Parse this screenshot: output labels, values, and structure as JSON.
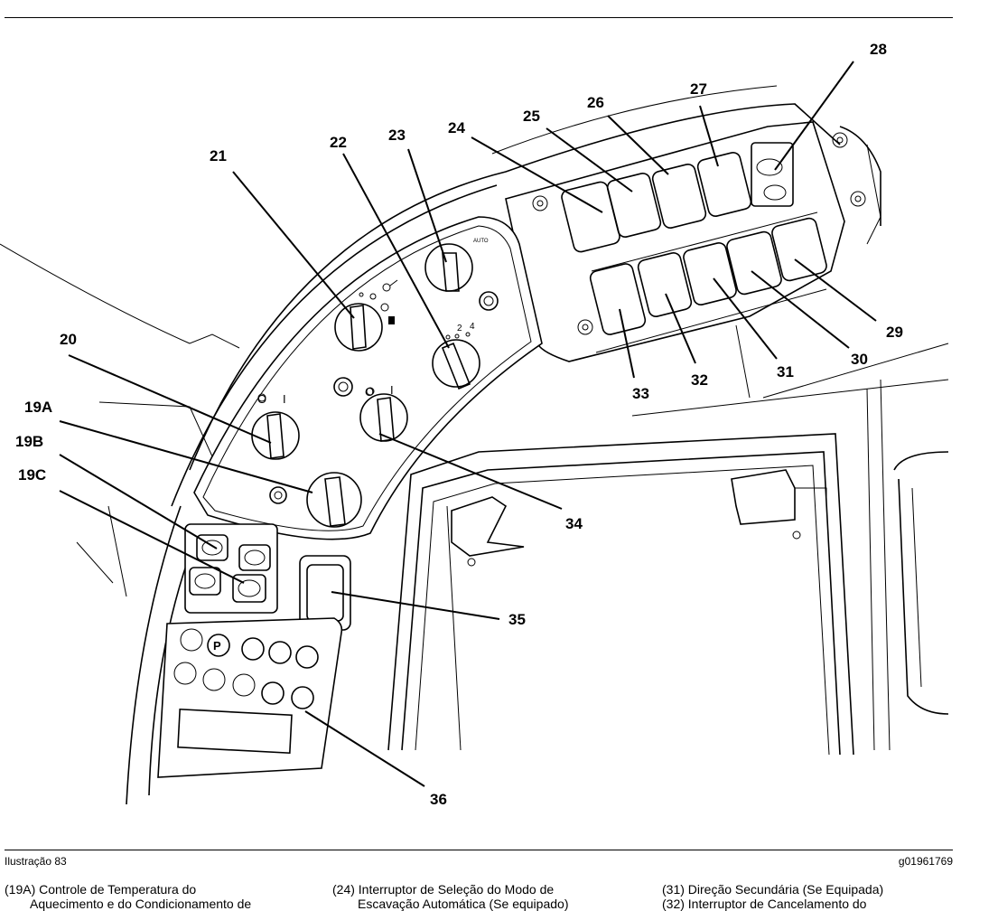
{
  "figure": {
    "caption": "Ilustração  83",
    "image_code": "g01961769",
    "callouts": [
      "19A",
      "19B",
      "19C",
      "20",
      "21",
      "22",
      "23",
      "24",
      "25",
      "26",
      "27",
      "28",
      "29",
      "30",
      "31",
      "32",
      "33",
      "34",
      "35",
      "36"
    ],
    "dial_marks": {
      "auto": "AUTO",
      "off_20": "O",
      "on_20": "I",
      "off_34": "O",
      "on_34": "I",
      "gear_2": "2",
      "gear_4": "4"
    }
  },
  "legend": {
    "col1": {
      "line1": "(19A) Controle de Temperatura do",
      "line2": "Aquecimento e do Condicionamento de"
    },
    "col2": {
      "line1": "(24) Interruptor de Seleção do Modo de",
      "line2": "Escavação Automática (Se equipado)"
    },
    "col3": {
      "line1": "(31) Direção Secundária (Se Equipada)",
      "line2": "(32) Interruptor de Cancelamento do"
    }
  }
}
